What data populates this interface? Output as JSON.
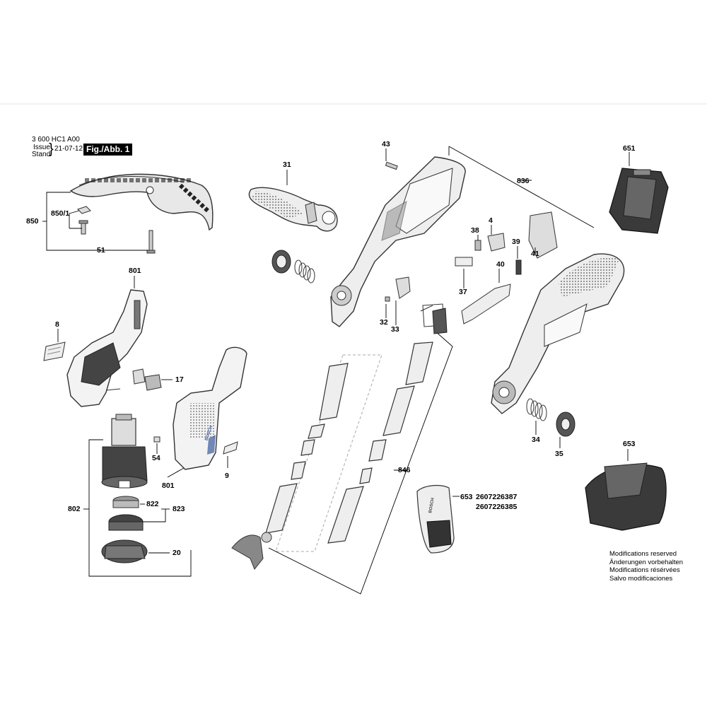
{
  "header": {
    "model": "3 600 HC1 A00",
    "issue_label": "Issue",
    "stand_label": "Stand",
    "date": "21-07-12",
    "figure_label": "Fig./Abb. 1"
  },
  "part_numbers": {
    "p850": "850",
    "p850_1": "850/1",
    "p51": "51",
    "p31": "31",
    "p43": "43",
    "p836": "836",
    "p651_top": "651",
    "p801_upper": "801",
    "p8": "8",
    "p17": "17",
    "p4": "4",
    "p38": "38",
    "p39": "39",
    "p40": "40",
    "p41": "41",
    "p37": "37",
    "p32": "32",
    "p33": "33",
    "p54": "54",
    "p801_lower": "801",
    "p9": "9",
    "p802": "802",
    "p822": "822",
    "p823": "823",
    "p20": "20",
    "p846": "846",
    "p34": "34",
    "p35": "35",
    "p653_charger": "653",
    "p653_battery": "653",
    "code_1": "2607226387",
    "code_2": "2607226385"
  },
  "notes": [
    "Modifications reserved",
    "Änderungen vorbehalten",
    "Modifications résérvées",
    "Salvo modificaciones"
  ],
  "brand": "BOSCH"
}
